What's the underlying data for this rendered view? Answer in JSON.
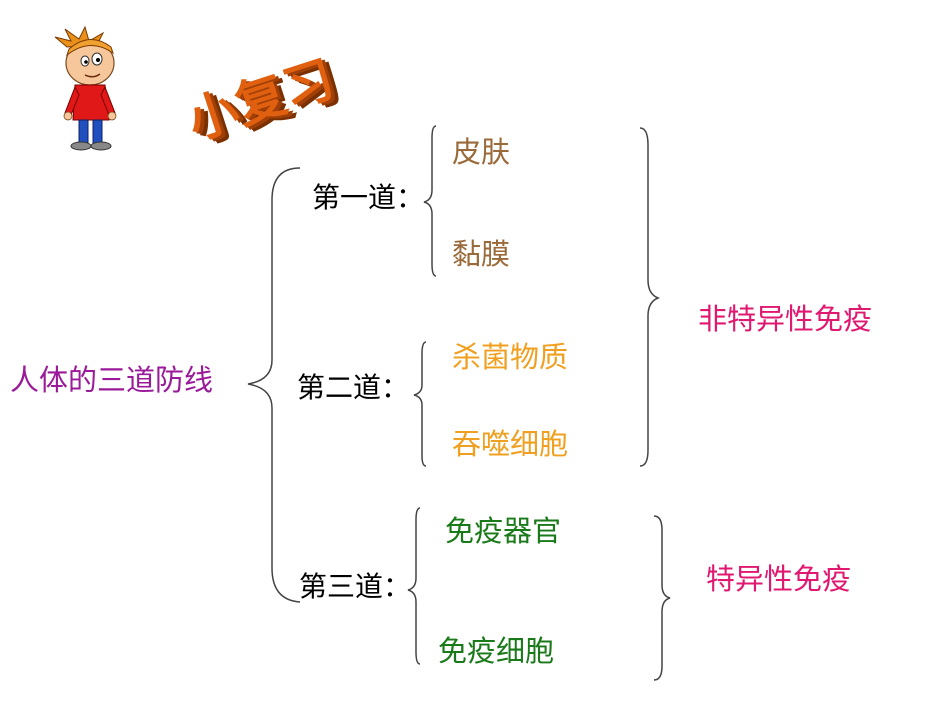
{
  "title": "小复习",
  "root": "人体的三道防线",
  "lines": [
    {
      "label": "第一道：",
      "items": [
        "皮肤",
        "黏膜"
      ]
    },
    {
      "label": "第二道：",
      "items": [
        "杀菌物质",
        "吞噬细胞"
      ]
    },
    {
      "label": "第三道：",
      "items": [
        "免疫器官",
        "免疫细胞"
      ]
    }
  ],
  "groups": {
    "nonspecific": "非特异性免疫",
    "specific": "特异性免疫"
  },
  "colors": {
    "root": "#9a1a9a",
    "first_items": "#9a6a3a",
    "second_items": "#f0a020",
    "third_items": "#1a7a1a",
    "groups": "#e01870",
    "title": "#e06010"
  }
}
